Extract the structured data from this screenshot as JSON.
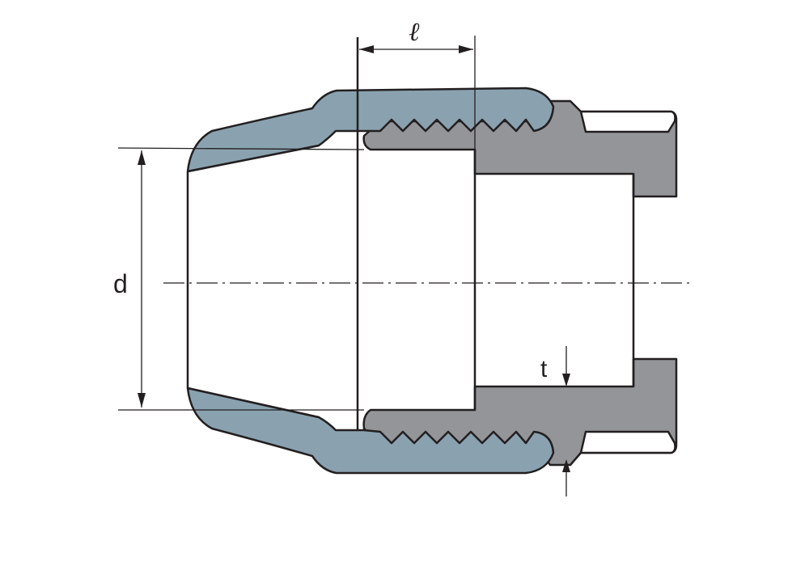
{
  "labels": {
    "length": "ℓ",
    "diameter": "d",
    "thickness": "t"
  },
  "colors": {
    "background": "#ffffff",
    "outline": "#231f20",
    "nut": "#8aa2b0",
    "body": "#939598",
    "bore": "#ffffff"
  },
  "parts": [
    "compression-nut",
    "fitting-body",
    "socket-end"
  ]
}
